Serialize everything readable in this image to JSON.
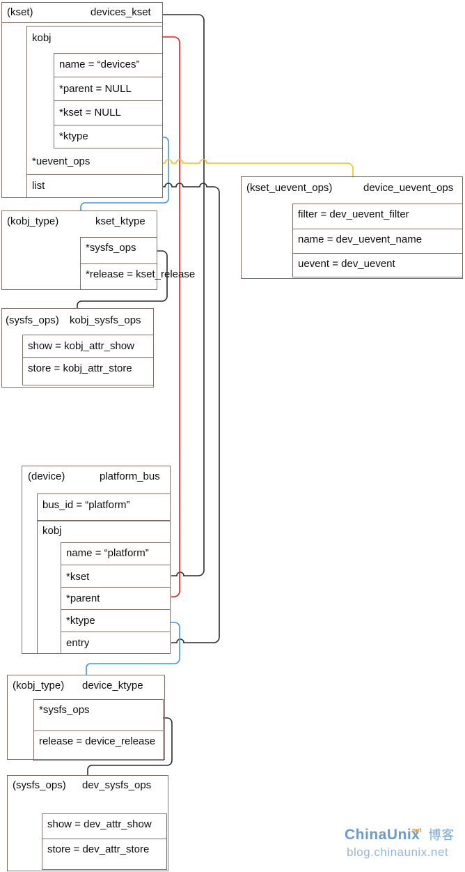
{
  "colors": {
    "box_border": "#7f6e66",
    "wire_black": "#2b2b2b",
    "wire_red": "#f01818",
    "wire_blue": "#3e96e0",
    "wire_orange": "#fcbf12",
    "watermark_blue": "#6a9bd1",
    "watermark_light_blue": "#95b6de",
    "watermark_orange": "#f08c00"
  },
  "boxes": {
    "devices_kset": {
      "type": "(kset)",
      "name": "devices_kset",
      "kobj_label": "kobj",
      "kobj_fields": [
        "name =  “devices”",
        "*parent = NULL",
        "*kset = NULL",
        "*ktype"
      ],
      "rows": [
        "*uevent_ops",
        "list"
      ]
    },
    "kset_ktype": {
      "type": "(kobj_type)",
      "name": "kset_ktype",
      "fields": [
        "*sysfs_ops",
        "*release = kset_release"
      ]
    },
    "kobj_sysfs_ops": {
      "type": "(sysfs_ops)",
      "name": "kobj_sysfs_ops",
      "fields": [
        "show = kobj_attr_show",
        "store = kobj_attr_store"
      ]
    },
    "device_uevent_ops": {
      "type": "(kset_uevent_ops)",
      "name": "device_uevent_ops",
      "fields": [
        "filter = dev_uevent_filter",
        "name = dev_uevent_name",
        "uevent = dev_uevent"
      ]
    },
    "platform_bus": {
      "type": "(device)",
      "name": "platform_bus",
      "bus_id": "bus_id =  “platform”",
      "kobj_label": "kobj",
      "kobj_fields": [
        "name =  “platform”",
        "*kset",
        "*parent",
        "*ktype",
        "entry"
      ]
    },
    "device_ktype": {
      "type": "(kobj_type)",
      "name": "device_ktype",
      "fields": [
        "*sysfs_ops",
        "release = device_release"
      ]
    },
    "dev_sysfs_ops": {
      "type": "(sysfs_ops)",
      "name": "dev_sysfs_ops",
      "fields": [
        "show = dev_attr_show",
        "store = dev_attr_store"
      ]
    }
  },
  "connectors": [
    {
      "from": "platform_bus.kobj.*kset",
      "to": "devices_kset",
      "color": "#2b2b2b"
    },
    {
      "from": "platform_bus.kobj.*parent",
      "to": "devices_kset.kobj",
      "color": "#f01818"
    },
    {
      "from": "devices_kset.kobj.*ktype",
      "to": "kset_ktype",
      "color": "#3e96e0"
    },
    {
      "from": "devices_kset.*uevent_ops",
      "to": "device_uevent_ops",
      "color": "#fcbf12"
    },
    {
      "from": "devices_kset.list",
      "to": "platform_bus.kobj.entry",
      "color": "#2b2b2b"
    },
    {
      "from": "kset_ktype.*sysfs_ops",
      "to": "kobj_sysfs_ops",
      "color": "#2b2b2b"
    },
    {
      "from": "platform_bus.kobj.*ktype",
      "to": "device_ktype",
      "color": "#3e96e0"
    },
    {
      "from": "device_ktype.*sysfs_ops",
      "to": "dev_sysfs_ops",
      "color": "#2b2b2b"
    }
  ],
  "watermark": {
    "brand": "ChinaUnix",
    "sup": ".net",
    "cjk": "博客",
    "url": "blog.chinaunix.net"
  }
}
